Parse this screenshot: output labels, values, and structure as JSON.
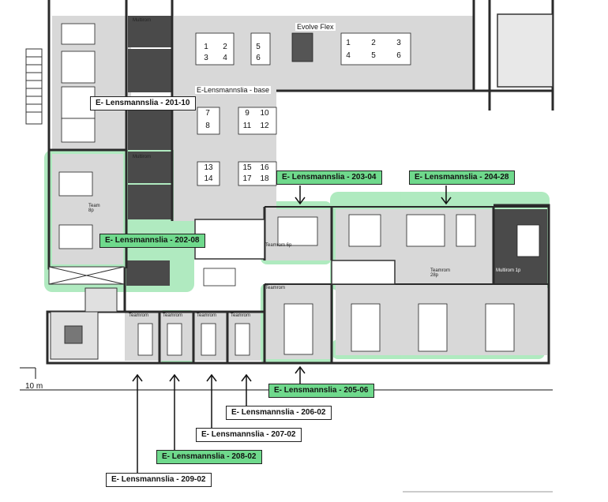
{
  "labels": {
    "l201": "E- Lensmannslia - 201-10",
    "l202": "E- Lensmannslia - 202-08",
    "l203": "E- Lensmannslia - 203-04",
    "l204": "E- Lensmannslia - 204-28",
    "l205": "E- Lensmannslia - 205-06",
    "l206": "E- Lensmannslia - 206-02",
    "l207": "E- Lensmannslia - 207-02",
    "l208": "E- Lensmannslia - 208-02",
    "l209": "E- Lensmannslia - 209-02",
    "base": "E-Lensmannslia - base",
    "flex": "Evolve Flex"
  },
  "scale": "10 m",
  "rooms": {
    "multirom": "Multirom",
    "team8p": "Team 8p",
    "teamrom6p": "Teamrom 6p",
    "teamrom28p": "Teamrom 28p",
    "teamrom": "Teamrom",
    "multirom1p": "Multirom 1p"
  },
  "desk_numbers": {
    "flex_left": [
      "1",
      "2",
      "3",
      "4",
      "5",
      "6"
    ],
    "flex_right": [
      "1",
      "2",
      "3",
      "4",
      "5",
      "6"
    ],
    "base_a": [
      "7",
      "8",
      "9",
      "10",
      "11",
      "12"
    ],
    "base_b": [
      "13",
      "14",
      "15",
      "16",
      "17",
      "18"
    ]
  },
  "colors": {
    "highlight": "#6fd98c",
    "wall": "#333333",
    "floor_grey": "#d6d6d6",
    "dark_room": "#4a4a4a"
  }
}
